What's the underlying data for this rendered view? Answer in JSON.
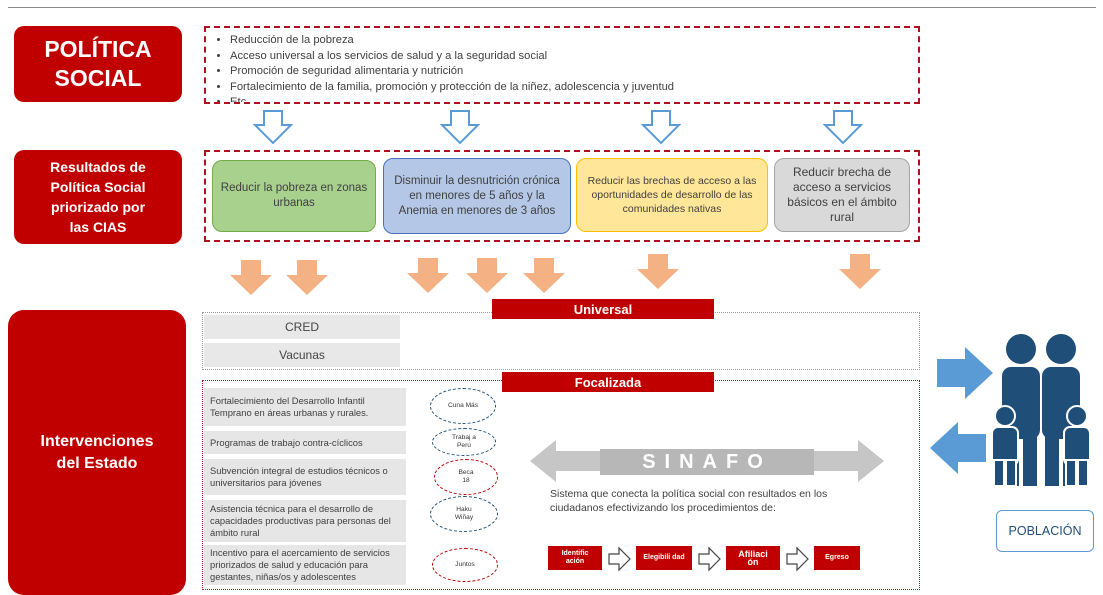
{
  "headers": {
    "politica": [
      "POLÍTICA",
      "SOCIAL"
    ],
    "resultados": [
      "Resultados de",
      "Política Social",
      "priorizado por",
      "las CIAS"
    ],
    "intervenciones": [
      "Intervenciones",
      "del Estado"
    ]
  },
  "policy_items": [
    "Reducción de la pobreza",
    "Acceso universal a los servicios de salud y a la seguridad social",
    "Promoción de seguridad alimentaria y nutrición",
    "Fortalecimiento de la familia, promoción y protección de la niñez, adolescencia y juventud",
    "Etc."
  ],
  "results": [
    {
      "text": "Reducir la pobreza en zonas urbanas",
      "color": "#a9d18e",
      "border": "#70ad47"
    },
    {
      "text": "Disminuir la desnutrición crónica en menores de 5 años y la Anemia en menores de 3 años",
      "color": "#b4c7e7",
      "border": "#4472c4"
    },
    {
      "text": "Reducir las brechas de acceso a las oportunidades de desarrollo de las comunidades nativas",
      "color": "#ffe699",
      "border": "#ffc000"
    },
    {
      "text": "Reducir brecha de acceso a servicios básicos en el ámbito rural",
      "color": "#d9d9d9",
      "border": "#a5a5a5"
    }
  ],
  "universal": {
    "label": "Universal",
    "rows": [
      "CRED",
      "Vacunas"
    ]
  },
  "focalizada": {
    "label": "Focalizada",
    "programs": [
      {
        "text": "Fortalecimiento del Desarrollo Infantil Temprano en áreas urbanas y rurales.",
        "oval": "Cuna Más",
        "oval_style": "blue"
      },
      {
        "text": "Programas de trabajo contra-cíclicos",
        "oval": "Trabaj a Perú",
        "oval_style": "blue"
      },
      {
        "text": "Subvención integral de estudios técnicos o universitarios para jóvenes",
        "oval": "Beca 18",
        "oval_style": "red"
      },
      {
        "text": "Asistencia técnica para el desarrollo de capacidades productivas para personas del ámbito rural",
        "oval": "Haku Wiñay",
        "oval_style": "blue"
      },
      {
        "text": "Incentivo para el acercamiento de servicios priorizados de salud y educación para gestantes, niñas/os y adolescentes",
        "oval": "Juntos",
        "oval_style": "red"
      }
    ]
  },
  "sinafo": {
    "title": "SINAFO",
    "description": "Sistema que conecta la política social con resultados en los ciudadanos efectivizando los procedimientos de:",
    "steps": [
      "Identific ación",
      "Elegibili dad",
      "Afiliaci ón",
      "Egreso"
    ]
  },
  "poblacion_label": "POBLACIÓN",
  "colors": {
    "brand_red": "#c00000",
    "arrow_blue": "#5b9bd5",
    "arrow_orange": "#f4b183",
    "people_blue": "#1f4e79"
  },
  "icons": [
    "down-arrow-icon",
    "people-icon",
    "double-arrow-icon",
    "chevron-right-icon"
  ]
}
